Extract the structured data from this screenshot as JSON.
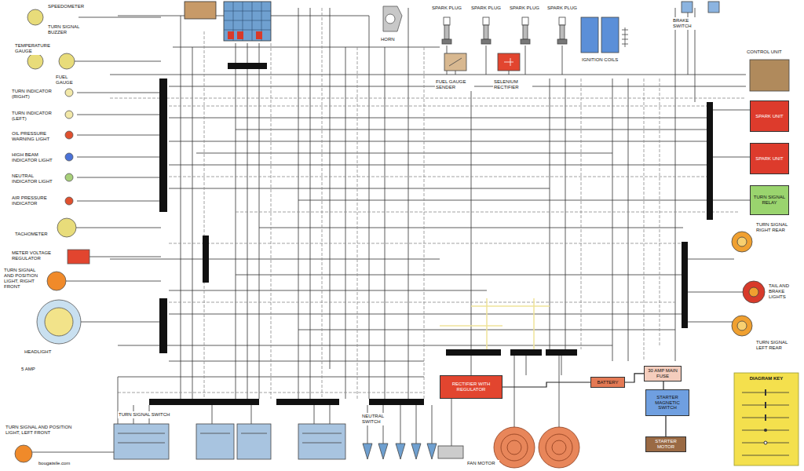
{
  "diagram": {
    "nodes": [
      {
        "text": [
          "SPEEDOMETER"
        ]
      },
      {
        "text": [
          "TURN SIGNAL BUZZER"
        ]
      },
      {
        "text": [
          "TEMPERATURE GAUGE"
        ]
      },
      {
        "text": [
          "FUEL GAUGE"
        ]
      },
      {
        "text": [
          "TURN INDICATOR (RIGHT)"
        ]
      },
      {
        "text": [
          "TURN INDICATOR (LEFT)"
        ]
      },
      {
        "text": [
          "OIL PRESSURE WARNING LIGHT"
        ]
      },
      {
        "text": [
          "HIGH BEAM INDICATOR LIGHT"
        ]
      },
      {
        "text": [
          "NEUTRAL INDICATOR LIGHT"
        ]
      },
      {
        "text": [
          "AIR PRESSURE INDICATOR"
        ]
      },
      {
        "text": [
          "TACHOMETER"
        ]
      },
      {
        "text": [
          "METER VOLTAGE REGULATOR"
        ]
      },
      {
        "text": [
          "TURN SIGNAL AND POSITION LIGHT, RIGHT FRONT"
        ]
      },
      {
        "text": [
          "HEADLIGHT"
        ]
      },
      {
        "text": [
          "TURN SIGNAL AND POSITION LIGHT, LEFT FRONT"
        ]
      },
      {
        "text": [
          "HORN"
        ]
      },
      {
        "text": [
          "SPARK PLUG"
        ]
      },
      {
        "text": [
          "SPARK PLUG"
        ]
      },
      {
        "text": [
          "SPARK PLUG"
        ]
      },
      {
        "text": [
          "SPARK PLUG"
        ]
      },
      {
        "text": [
          "FUEL GAUGE SENDER"
        ]
      },
      {
        "text": [
          "SELENIUM RECTIFIER"
        ]
      },
      {
        "text": [
          "IGNITION COILS"
        ]
      },
      {
        "text": [
          "BRAKE SWITCH"
        ]
      },
      {
        "text": [
          "CONTROL UNIT"
        ]
      },
      {
        "text": [
          "SPARK UNIT"
        ]
      },
      {
        "text": [
          "SPARK UNIT"
        ]
      },
      {
        "text": [
          "TURN SIGNAL RELAY"
        ]
      },
      {
        "text": [
          "TURN SIGNAL RIGHT REAR"
        ]
      },
      {
        "text": [
          "TAIL AND BRAKE LIGHTS"
        ]
      },
      {
        "text": [
          "TURN SIGNAL LEFT REAR"
        ]
      },
      {
        "text": [
          "RECTIFIER WITH REGULATOR"
        ]
      },
      {
        "text": [
          "BATTERY"
        ]
      },
      {
        "text": [
          "30 AMP MAIN FUSE"
        ]
      },
      {
        "text": [
          "STARTER MAGNETIC SWITCH"
        ]
      },
      {
        "text": [
          "STARTER MOTOR"
        ]
      },
      {
        "text": [
          "DIAGRAM KEY"
        ]
      },
      {
        "text": [
          "TURN SIGNAL SWITCH"
        ]
      },
      {
        "text": [
          "NEUTRAL SWITCH"
        ]
      },
      {
        "text": [
          "FAN MOTOR"
        ]
      }
    ],
    "edges": [
      {
        "from": 31,
        "to": 32,
        "arrow": "none"
      },
      {
        "from": 32,
        "to": 33,
        "arrow": "none"
      },
      {
        "from": 33,
        "to": 34,
        "arrow": "none"
      },
      {
        "from": 34,
        "to": 35,
        "arrow": "none"
      }
    ],
    "labels": [
      "5 AMP",
      "bougatsile.com"
    ]
  }
}
